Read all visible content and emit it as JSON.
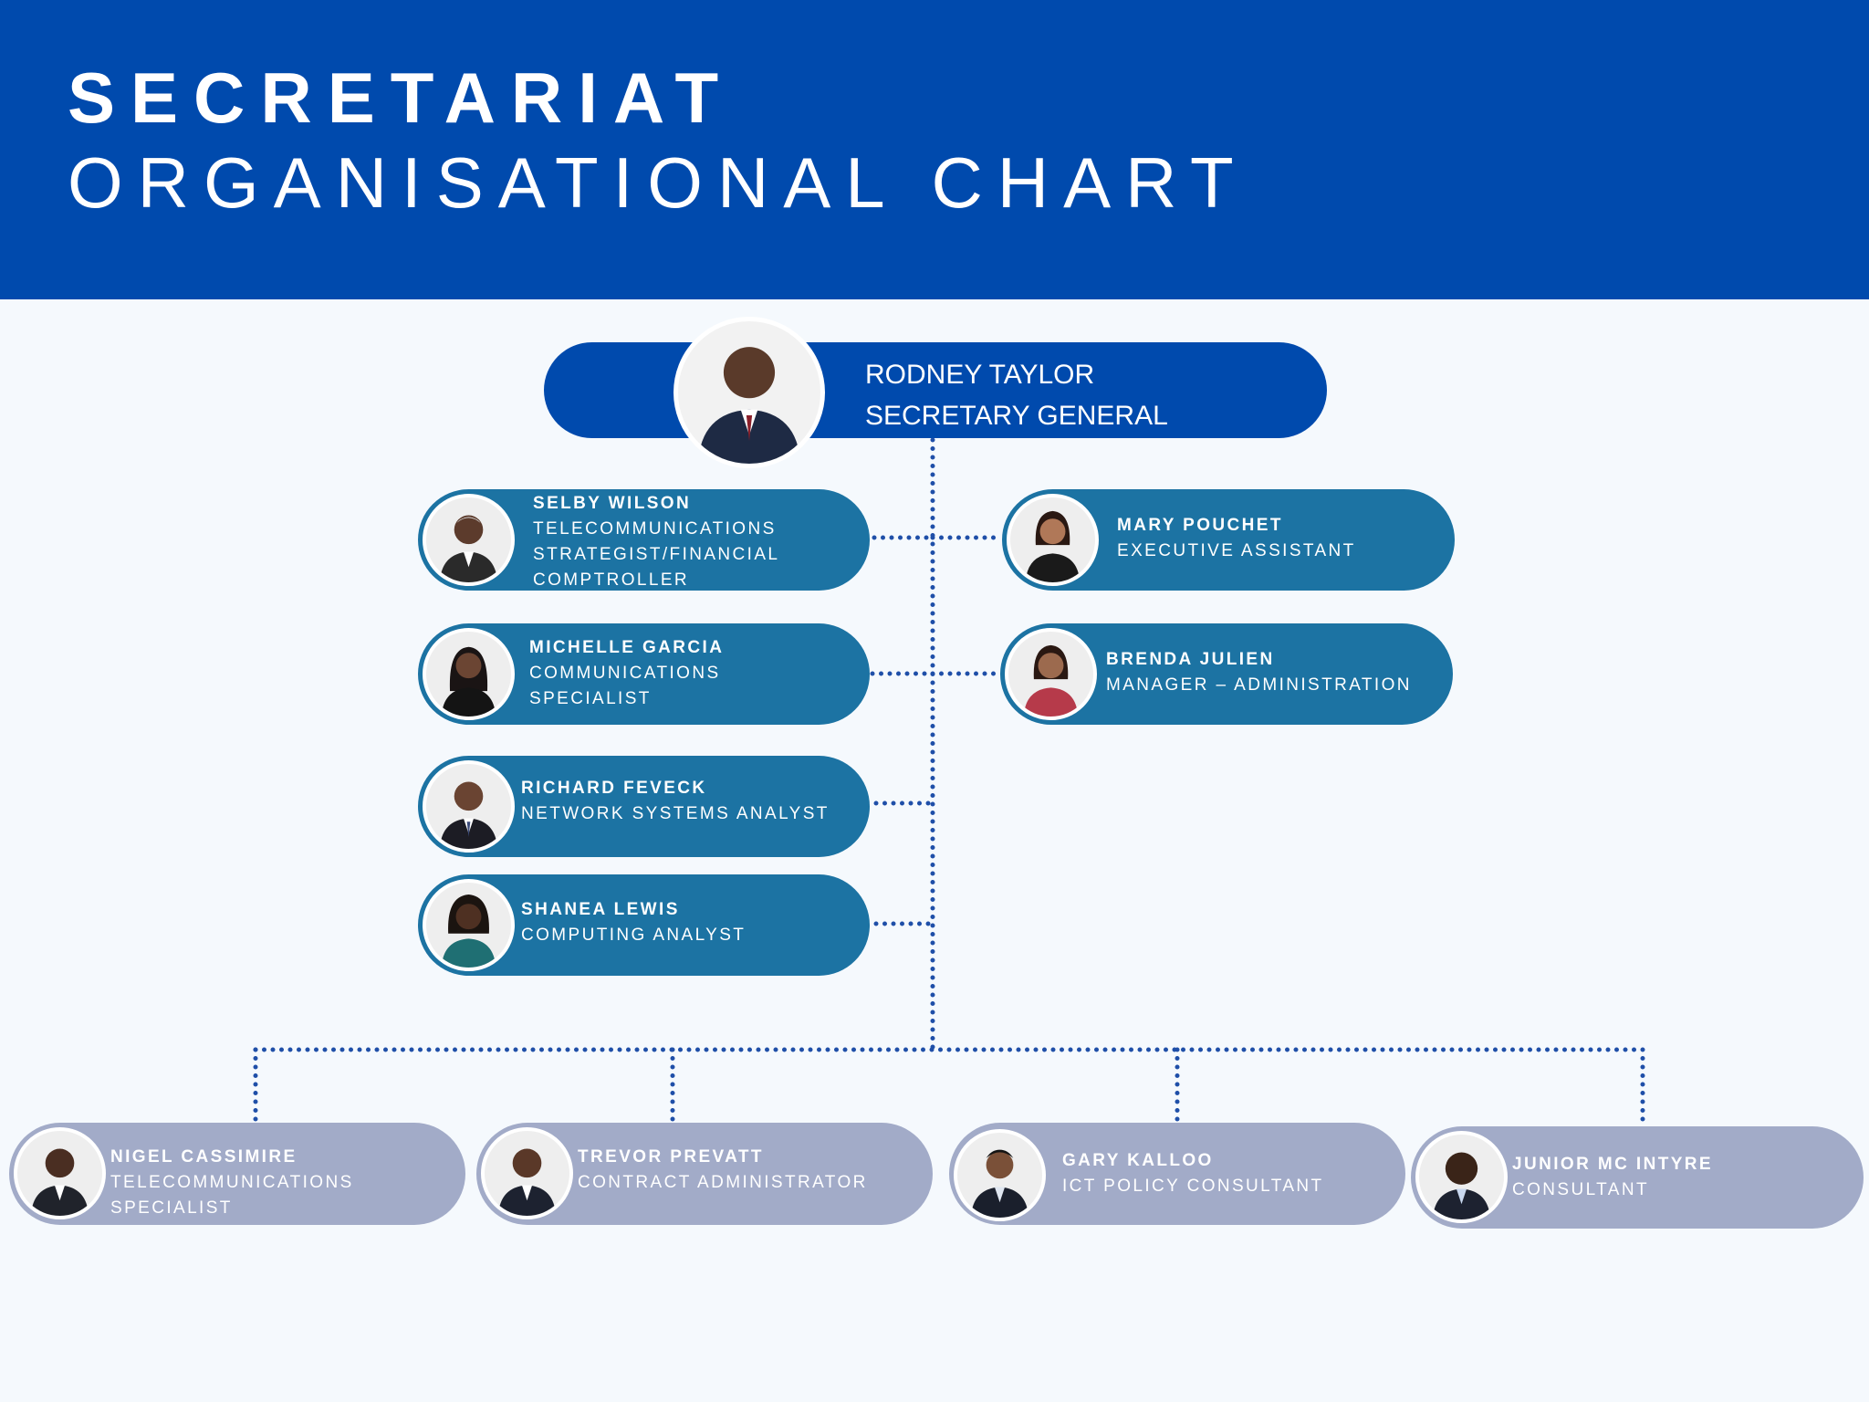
{
  "header": {
    "title_line1": "SECRETARIAT",
    "title_line2": "ORGANISATIONAL CHART"
  },
  "colors": {
    "header_bg": "#004aad",
    "top_pill": "#004aad",
    "mid_pill": "#1c73a3",
    "bottom_pill": "#a2abc8",
    "connector": "#1f4fa8",
    "page_bg": "#f5f9fd"
  },
  "head": {
    "name": "RODNEY TAYLOR",
    "role": "SECRETARY GENERAL"
  },
  "left_column": [
    {
      "name": "SELBY WILSON",
      "role_lines": [
        "TELECOMMUNICATIONS",
        "STRATEGIST/FINANCIAL",
        "COMPTROLLER"
      ]
    },
    {
      "name": "MICHELLE GARCIA",
      "role_lines": [
        "COMMUNICATIONS",
        "SPECIALIST"
      ]
    },
    {
      "name": "RICHARD FEVECK",
      "role_lines": [
        "NETWORK SYSTEMS ANALYST"
      ]
    },
    {
      "name": "SHANEA LEWIS",
      "role_lines": [
        "COMPUTING ANALYST"
      ]
    }
  ],
  "right_column": [
    {
      "name": "MARY POUCHET",
      "role_lines": [
        "EXECUTIVE ASSISTANT"
      ]
    },
    {
      "name": "BRENDA JULIEN",
      "role_lines": [
        "MANAGER – ADMINISTRATION"
      ]
    }
  ],
  "bottom_row": [
    {
      "name": "NIGEL CASSIMIRE",
      "role_lines": [
        "TELECOMMUNICATIONS",
        "SPECIALIST"
      ]
    },
    {
      "name": "TREVOR PREVATT",
      "role_lines": [
        "CONTRACT ADMINISTRATOR"
      ]
    },
    {
      "name": "GARY KALLOO",
      "role_lines": [
        "ICT POLICY CONSULTANT"
      ]
    },
    {
      "name": "JUNIOR MC INTYRE",
      "role_lines": [
        "CONSULTANT"
      ]
    }
  ]
}
